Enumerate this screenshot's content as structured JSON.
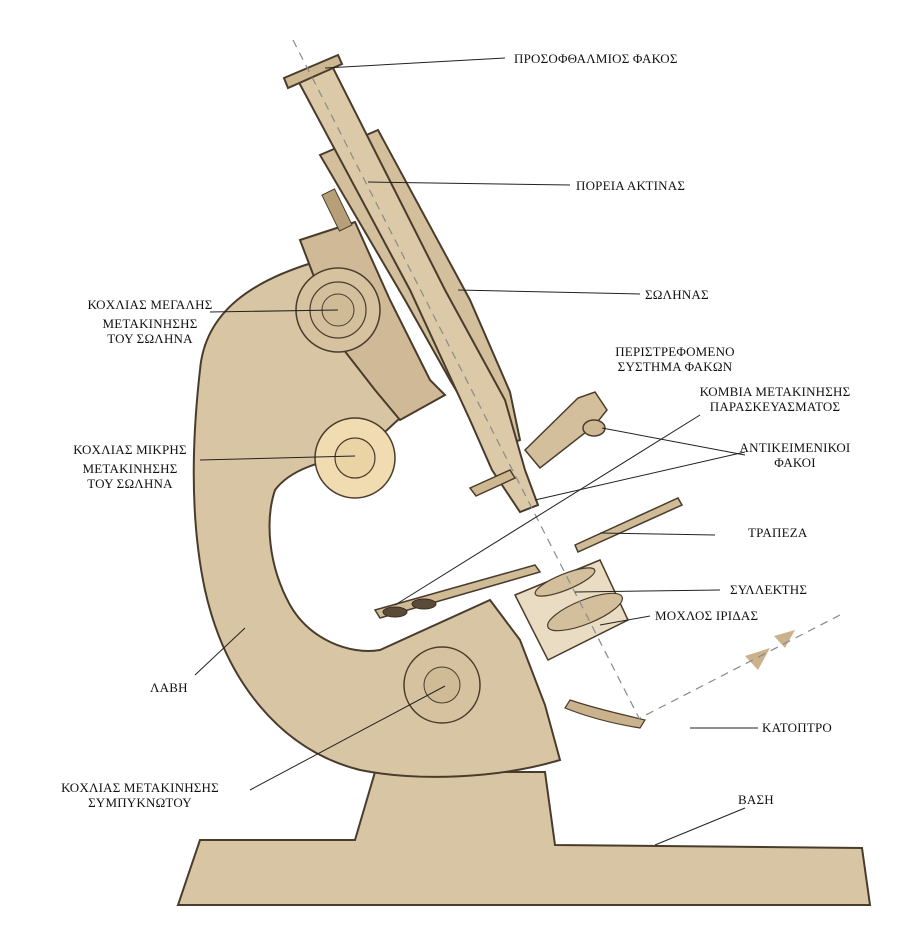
{
  "colors": {
    "wood": "#d8c5a3",
    "wood_dark": "#c9b28c",
    "outline": "#4a3c2c",
    "knob_light": "#f0dcb0",
    "leader": "#222222",
    "ray": "#8a8a8a"
  },
  "labels": {
    "eyepiece": "ΠΡΟΣΟΦΘΑΛΜΙΟΣ ΦΑΚΟΣ",
    "ray_path": "ΠΟΡΕΙΑ ΑΚΤΙΝΑΣ",
    "tube": "ΣΩΛΗΝΑΣ",
    "coarse_l1": "ΚΟΧΛΙΑΣ ΜΕΓΑΛΗΣ",
    "coarse_l2": "ΜΕΤΑΚΙΝΗΣΗΣ",
    "coarse_l3": "ΤΟΥ ΣΩΛΗΝΑ",
    "revolver_l1": "ΠΕΡΙΣΤΡΕΦΟΜΕΝΟ",
    "revolver_l2": "ΣΥΣΤΗΜΑ ΦΑΚΩΝ",
    "slide_knob_l1": "ΚΟΜΒΙΑ ΜΕΤΑΚΙΝΗΣΗΣ",
    "slide_knob_l2": "ΠΑΡΑΣΚΕΥΑΣΜΑΤΟΣ",
    "objectives_l1": "ΑΝΤΙΚΕΙΜΕΝΙΚΟΙ",
    "objectives_l2": "ΦΑΚΟΙ",
    "fine_l1": "ΚΟΧΛΙΑΣ ΜΙΚΡΗΣ",
    "fine_l2": "ΜΕΤΑΚΙΝΗΣΗΣ",
    "fine_l3": "ΤΟΥ ΣΩΛΗΝΑ",
    "stage": "ΤΡΑΠΕΖΑ",
    "condenser": "ΣΥΛΛΕΚΤΗΣ",
    "iris_lever": "ΜΟΧΛΟΣ ΙΡΙΔΑΣ",
    "arm": "ΛΑΒΗ",
    "mirror": "ΚΑΤΟΠΤΡΟ",
    "condenser_knob_l1": "ΚΟΧΛΙΑΣ ΜΕΤΑΚΙΝΗΣΗΣ",
    "condenser_knob_l2": "ΣΥΜΠΥΚΝΩΤΟΥ",
    "base": "ΒΑΣΗ"
  }
}
